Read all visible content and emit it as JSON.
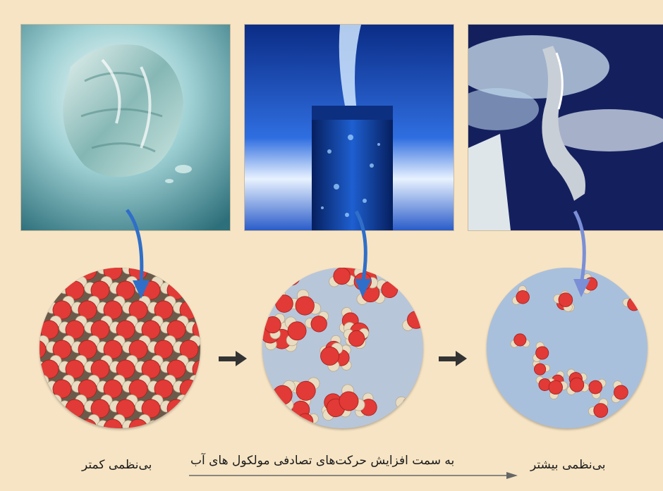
{
  "labels": {
    "less_disorder": "بی‌نظمی کمتر",
    "more_disorder": "بی‌نظمی بیشتر",
    "direction": "به سمت افزایش حرکت‌های تصادفی مولکول های آب"
  },
  "colors": {
    "background": "#f6e4c4",
    "oxygen": "#e23a36",
    "hydrogen": "#e8dcc2",
    "pointer_arrow": "#2f6fc9",
    "gas_background": "#a9c0dd"
  },
  "icons": {
    "step_arrow": "right-arrow-icon",
    "direction_arrow": "long-right-arrow-icon"
  }
}
